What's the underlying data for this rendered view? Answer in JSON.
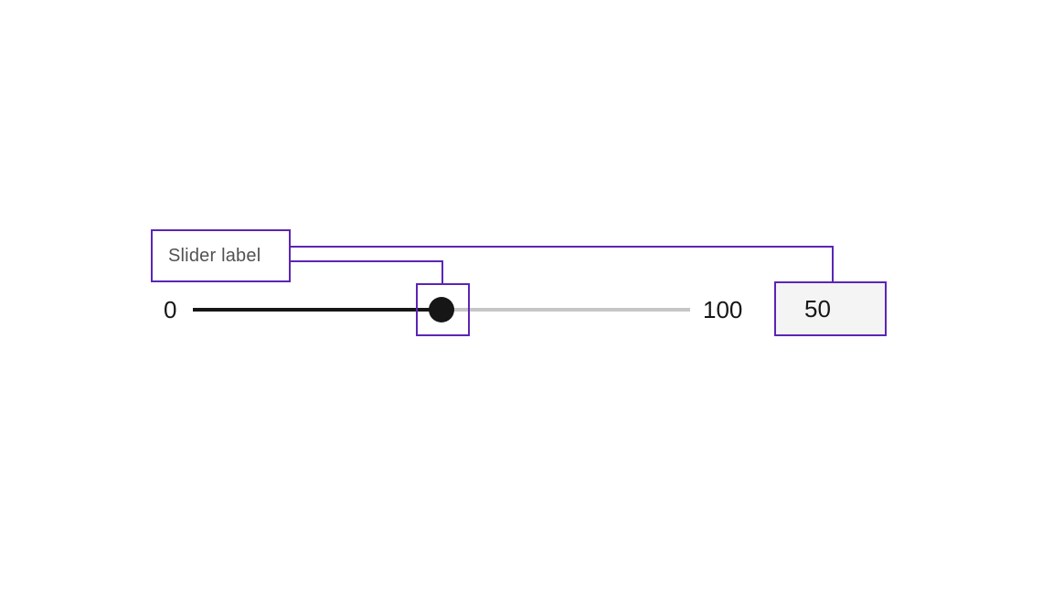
{
  "component": "slider-spec-diagram",
  "slider": {
    "label": "Slider label",
    "min_label": "0",
    "max_label": "100",
    "value": "50"
  },
  "colors": {
    "annotation_purple": "#5b25b5",
    "track_filled": "#161616",
    "track_empty": "#c6c6c6",
    "handle": "#161616",
    "value_input_fill": "#f4f4f4",
    "label_text": "#525252",
    "value_text": "#161616",
    "background": "#ffffff"
  }
}
